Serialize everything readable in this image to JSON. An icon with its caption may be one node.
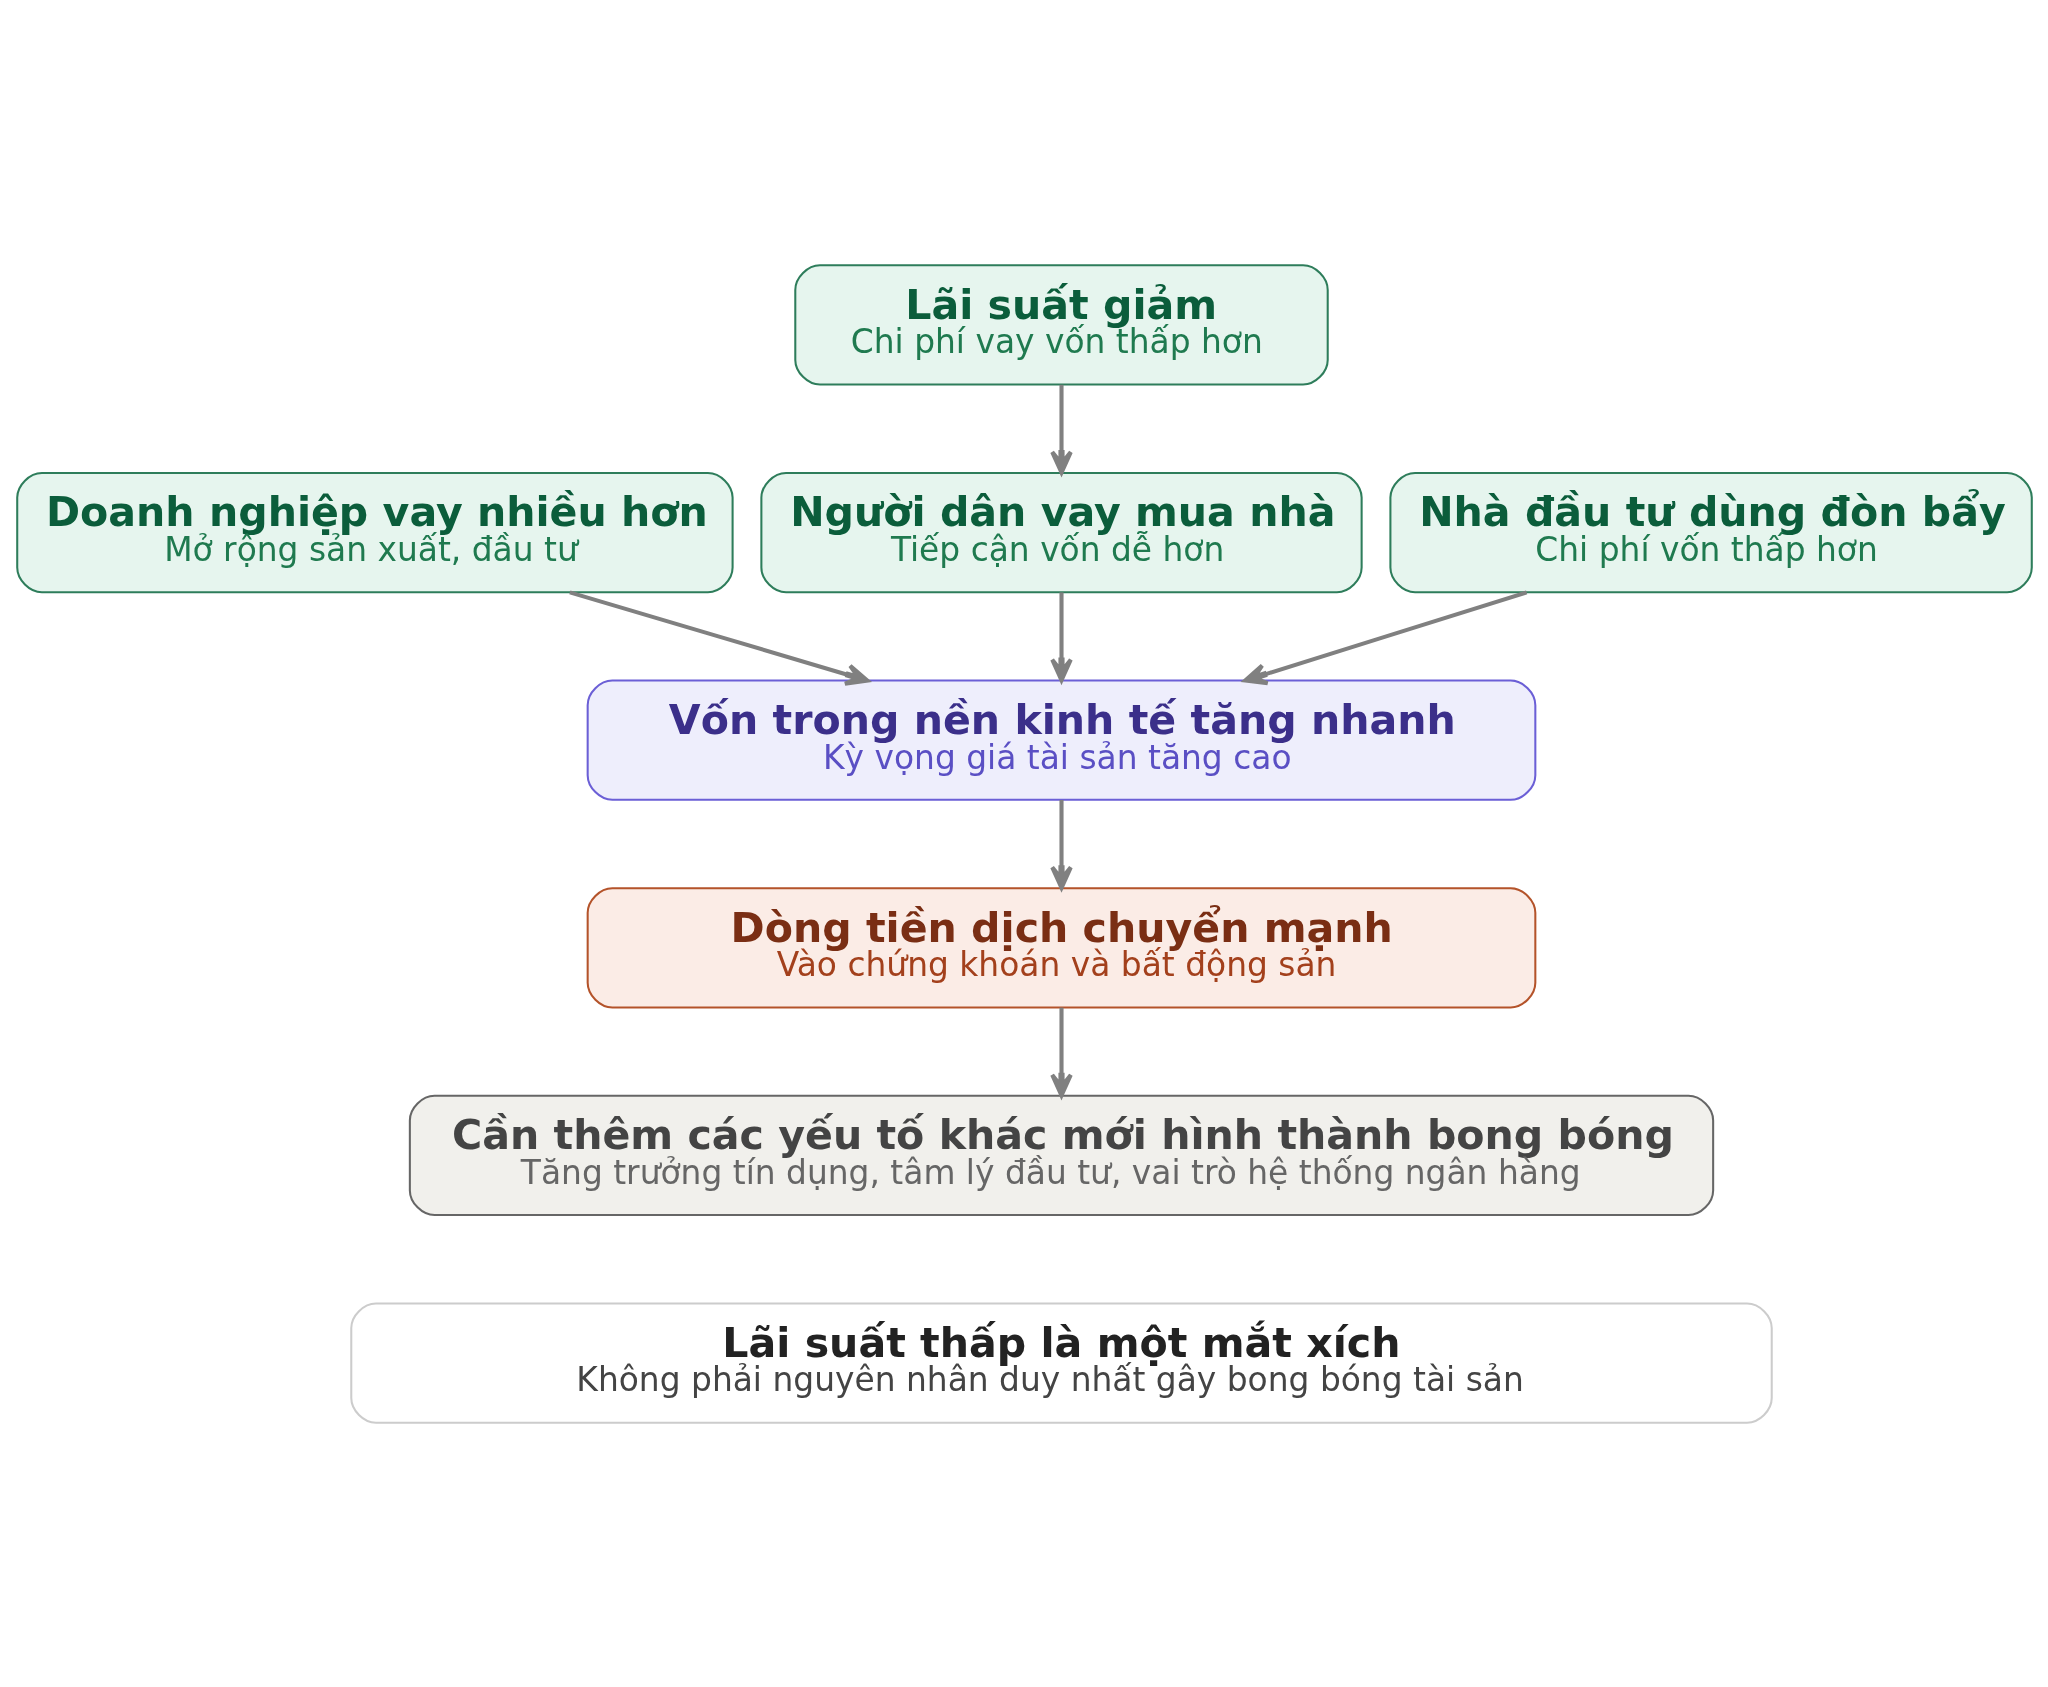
{
  "diagram": {
    "nodes": [
      {
        "text": [
          "Lãi suất giảm",
          "Chi phí vay vốn thấp hơn"
        ]
      },
      {
        "text": [
          "Doanh nghiệp vay nhiều hơn",
          "Mở rộng sản xuất, đầu tư"
        ]
      },
      {
        "text": [
          "Người dân vay mua nhà",
          "Tiếp cận vốn dễ hơn"
        ]
      },
      {
        "text": [
          "Nhà đầu tư dùng đòn bẩy",
          "Chi phí vốn thấp hơn"
        ]
      },
      {
        "text": [
          "Vốn trong nền kinh tế tăng nhanh",
          "Kỳ vọng giá tài sản tăng cao"
        ]
      },
      {
        "text": [
          "Dòng tiền dịch chuyển mạnh",
          "Vào chứng khoán và bất động sản"
        ]
      },
      {
        "text": [
          "Cần thêm các yếu tố khác mới hình thành bong bóng",
          "Tăng trưởng tín dụng, tâm lý đầu tư, vai trò hệ thống ngân hàng"
        ]
      },
      {
        "text": [
          "Lãi suất thấp là một mắt xích",
          "Không phải nguyên nhân duy nhất gây bong bóng tài sản"
        ]
      }
    ],
    "edges": [
      {
        "from": 0,
        "to": 2,
        "arrow": "to"
      },
      {
        "from": 1,
        "to": 4,
        "arrow": "to"
      },
      {
        "from": 2,
        "to": 4,
        "arrow": "to"
      },
      {
        "from": 3,
        "to": 4,
        "arrow": "to"
      },
      {
        "from": 4,
        "to": 5,
        "arrow": "to"
      },
      {
        "from": 5,
        "to": 6,
        "arrow": "to"
      }
    ]
  }
}
